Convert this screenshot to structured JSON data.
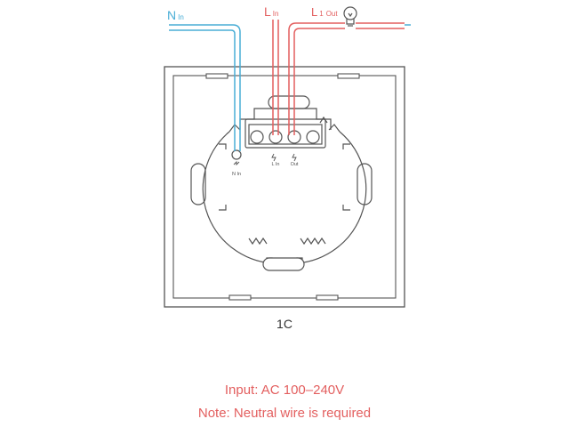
{
  "wires": {
    "n_in": {
      "main": "N",
      "sub": "In",
      "color": "#4aaed6"
    },
    "l_in": {
      "main": "L",
      "sub": "In",
      "color": "#e35f5f"
    },
    "l1_out": {
      "main": "L",
      "sub1": "1",
      "sub2": "Out",
      "color": "#e35f5f"
    }
  },
  "terminals": {
    "n_in_label": "N In",
    "l_in_label": "L In",
    "out_label": "Out"
  },
  "bulb_icon": "light-bulb-icon",
  "model": "1C",
  "notes": {
    "input": "Input: AC 100–240V",
    "neutral": "Note: Neutral wire is required",
    "color": "#e35f5f"
  },
  "colors": {
    "outline": "#555555",
    "neutral_wire": "#4aaed6",
    "live_wire": "#e35f5f"
  }
}
